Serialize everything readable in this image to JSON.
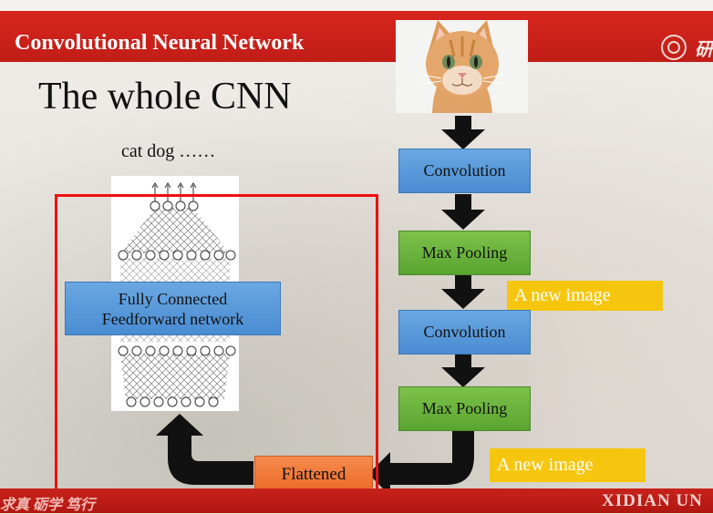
{
  "header": {
    "title": "Convolutional Neural Network",
    "accent_color": "#c8211a"
  },
  "slide": {
    "title": "The whole CNN",
    "output_classes": "cat dog ……"
  },
  "pipeline": {
    "conv1": "Convolution",
    "pool1": "Max Pooling",
    "note1": "A new image",
    "conv2": "Convolution",
    "pool2": "Max Pooling",
    "note2": "A new image",
    "flatten": "Flattened"
  },
  "network": {
    "line1": "Fully Connected",
    "line2": "Feedforward network"
  },
  "footer": {
    "left_text": "求真 砺学 笃行",
    "right_text": "XIDIAN UN"
  },
  "colors": {
    "conv_blue": "#5b9bd5",
    "pool_green": "#70ad47",
    "flatten_orange": "#f47a38",
    "note_yellow": "#f6c60f",
    "highlight_red": "#ee0f0f"
  },
  "icons": [
    "cat-photo",
    "university-logo-icon",
    "down-arrow-icon",
    "return-arrow-icon"
  ]
}
